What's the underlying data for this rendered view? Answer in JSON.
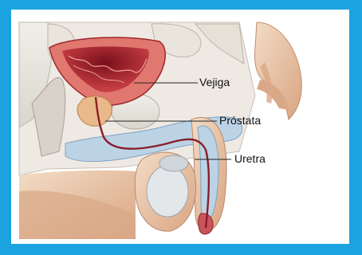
{
  "labels": {
    "bladder": "Vejiga",
    "prostate": "Próstata",
    "urethra": "Uretra"
  },
  "colors": {
    "frame": "#1aa3e0",
    "panel": "#ffffff",
    "bladder": "#c9343a",
    "prostate": "#e9b98a",
    "urethra": "#8a1e2a",
    "skin": "#ecc8a8"
  }
}
